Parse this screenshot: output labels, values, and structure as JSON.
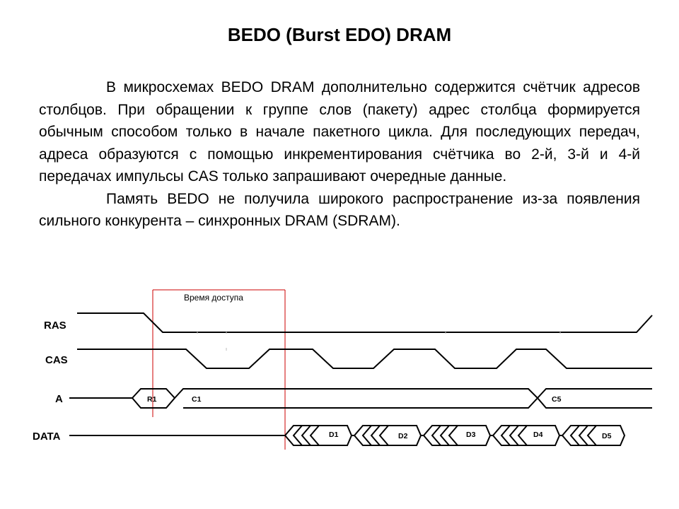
{
  "slide": {
    "title": "BEDO (Burst EDO) DRAM",
    "paragraphs": [
      "В микросхемах BEDO DRAM дополнительно содержится счётчик адресов столбцов. При обращении к группе слов (пакету) адрес столбца формируется обычным способом только в начале пакетного цикла. Для последующих передач, адреса образуются с помощью инкрементирования счётчика во 2-й,  3-й и 4-й передачах импульсы CAS только запрашивают очередные данные.",
      "Память BEDO не получила широкого распространение из-за появления сильного конкурента – синхронных DRAM (SDRAM)."
    ]
  },
  "diagram": {
    "access_label": "Время доступа",
    "signals": {
      "ras": "RAS",
      "cas": "CAS",
      "addr": "A",
      "data": "DATA"
    },
    "address_segments": [
      "R1",
      "C1",
      "C5"
    ],
    "data_segments": [
      "D1",
      "D2",
      "D3",
      "D4",
      "D5"
    ],
    "colors": {
      "signal": "#000000",
      "access_window": "#cc0000"
    }
  }
}
